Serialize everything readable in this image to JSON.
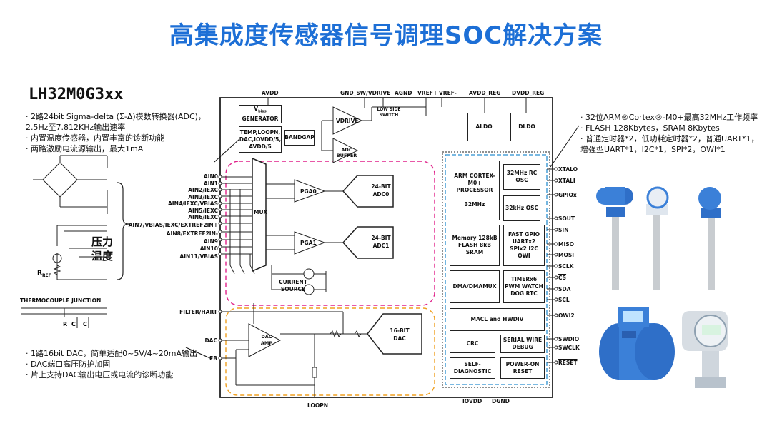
{
  "title": "高集成度传感器信号调理SOC解决方案",
  "chip": {
    "name": "LH32M0G3xx",
    "left_bullets": [
      "· 2路24bit Sigma-delta (Σ-Δ)模数转换器(ADC)，",
      "2.5Hz至7.812KHz输出速率",
      "· 内置温度传感器，内置丰富的诊断功能",
      "· 两路激励电流源输出，最大1mA"
    ],
    "right_bullets": [
      "· 32位ARM®Cortex®-M0+最高32MHz工作频率",
      "· FLASH 128Kbytes，SRAM 8Kbytes",
      "· 普通定时器*2，低功耗定时器*2，普通UART*1，",
      "增强型UART*1，I2C*1，SPI*2，OWI*1"
    ],
    "dac_bullets": [
      "· 1路16bit DAC，简单适配0~5V/4~20mA输出",
      "· DAC端口高压防护加固",
      "· 片上支持DAC输出电压或电流的诊断功能"
    ]
  },
  "sensor_labels": {
    "pressure": "压力",
    "temperature": "温度",
    "rref_main": "R",
    "rref_sub": "REF",
    "thermocouple": "THERMOCOUPLE JUNCTION",
    "r": "R",
    "c1": "C",
    "c2": "C"
  },
  "top_pins": {
    "avdd": "AVDD",
    "gnd_sw": "GND_SW/VDRIVE",
    "agnd": "AGND",
    "vref_p": "VREF+",
    "vref_n": "VREF-",
    "avdd_reg": "AVDD_REG",
    "dvdd_reg": "DVDD_REG"
  },
  "bottom_pins": {
    "loopn": "LOOPN",
    "iovdd": "IOVDD",
    "dgnd": "DGND"
  },
  "left_pins": [
    "AIN0",
    "AIN1",
    "AIN2/IEXC",
    "AIN3/IEXC",
    "AIN4/IEXC/VBIAS",
    "AIN5/IEXC",
    "AIN6/IEXC",
    "AIN7/VBIAS/IEXC/EXTREF2IN+",
    "AIN8/EXTREF2IN-",
    "AIN9",
    "AIN10",
    "AIN11/VBIAS",
    "FILTER/HART",
    "DAC",
    "FB"
  ],
  "right_pins": [
    "XTALO",
    "XTALI",
    "GPIOx",
    "SOUT",
    "SIN",
    "MISO",
    "MOSI",
    "SCLK",
    "CS",
    "SDA",
    "SCL",
    "OWI2",
    "SWDIO",
    "SWCLK",
    "RESET"
  ],
  "blocks": {
    "vbias_gen_1": "V",
    "vbias_gen_sub": "bias",
    "vbias_gen_2": "GENERATOR",
    "temp_loop": "TEMP,LOOPN, DAC,IOVDD/5, AVDD/5",
    "bandgap": "BANDGAP",
    "vdrive": "VDRIVE",
    "adc_buffer": "ADC BUFFER",
    "low_side_switch": "LOW SIDE SWITCH",
    "aldo": "ALDO",
    "dldo": "DLDO",
    "mux": "MUX",
    "pga0": "PGA0",
    "pga1": "PGA1",
    "adc0": "24-BIT ADC0",
    "adc1": "24-BIT ADC1",
    "current_source": "CURRENT SOURCE",
    "dac_amp": "DAC AMP",
    "dac16": "16-BIT DAC",
    "arm": "ARM CORTEX-M0+ PROCESSOR",
    "arm_freq": "32MHz",
    "rc32m": "32MHz RC OSC",
    "osc32k": "32kHz OSC",
    "memory": "Memory 128kB FLASH 8kB SRAM",
    "fast_gpio": "FAST GPIO UARTx2 SPIx2 I2C OWI",
    "dma": "DMA/DMAMUX",
    "timer": "TIMERx6 PWM WATCH DOG RTC",
    "macl": "MACL and HWDIV",
    "crc": "CRC",
    "swd": "SERIAL WIRE DEBUG",
    "selfdiag": "SELF- DIAGNOSTIC",
    "poweron": "POWER-ON RESET"
  },
  "colors": {
    "title": "#1d6fd6",
    "analog_box": "#e0218a",
    "dac_box": "#f0a020",
    "mcu_box": "#2a8fd0",
    "transmitter_blue": "#2f6fc8"
  }
}
